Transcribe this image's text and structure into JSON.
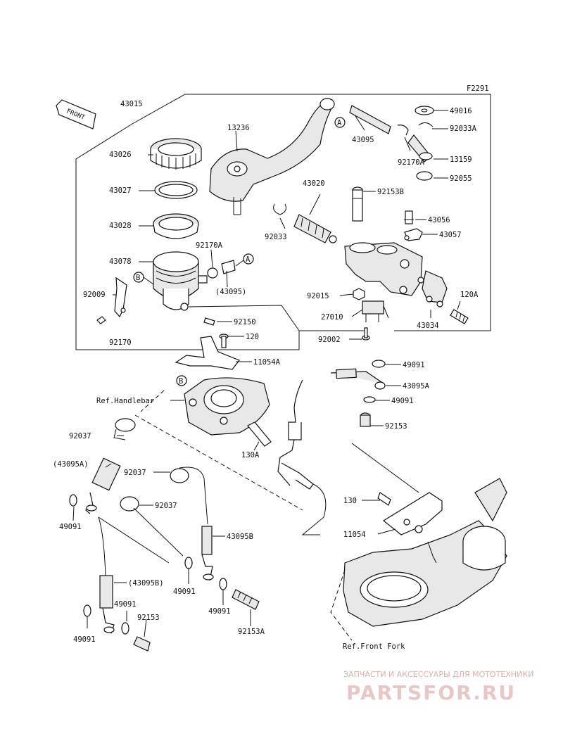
{
  "diagram": {
    "figure_code": "F2291",
    "front_label": "FRONT",
    "parts": {
      "p43015": "43015",
      "p43026": "43026",
      "p43027": "43027",
      "p43028": "43028",
      "p43078": "43078",
      "p92009": "92009",
      "p92170": "92170",
      "p13236": "13236",
      "p92170A": "92170A",
      "p43095p": "(43095)",
      "p92033": "92033",
      "p43020": "43020",
      "p43095": "43095",
      "p92170A2": "92170A",
      "p49016": "49016",
      "p92033A": "92033A",
      "p13159": "13159",
      "p92055": "92055",
      "p92153B": "92153B",
      "p43056": "43056",
      "p43057": "43057",
      "p92015": "92015",
      "p27010": "27010",
      "p92002": "92002",
      "p120A": "120A",
      "p43034": "43034",
      "p92150": "92150",
      "p120": "120",
      "p11054A": "11054A",
      "p49091a": "49091",
      "p43095A": "43095A",
      "p49091b": "49091",
      "p92153": "92153",
      "p92037a": "92037",
      "p43095Ap": "(43095A)",
      "p49091c": "49091",
      "p92037b": "92037",
      "p92037c": "92037",
      "p130A": "130A",
      "p43095B": "43095B",
      "p49091d": "49091",
      "p43095Bp": "(43095B)",
      "p49091e": "49091",
      "p49091f": "49091",
      "p92153b2": "92153",
      "p49091g": "49091",
      "p92153A": "92153A",
      "p130": "130",
      "p11054": "11054"
    },
    "refs": {
      "handlebar": "Ref.Handlebar",
      "front_fork": "Ref.Front Fork"
    },
    "callouts": {
      "A": "A",
      "B": "B"
    }
  },
  "watermark": {
    "line1": "ЗАПЧАСТИ И АКСЕССУАРЫ ДЛЯ МОТОТЕХНИКИ",
    "line2": "PARTSFOR.RU"
  }
}
